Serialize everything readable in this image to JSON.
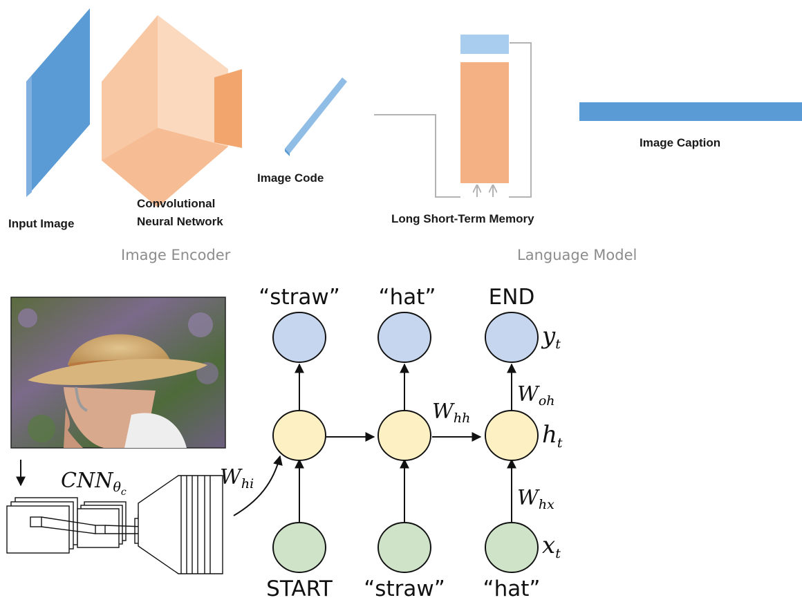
{
  "pipeline": {
    "input_image": "Input Image",
    "cnn_line1": "Convolutional",
    "cnn_line2": "Neural Network",
    "image_code": "Image Code",
    "lstm": "Long Short-Term Memory",
    "image_caption": "Image Caption",
    "section_encoder": "Image Encoder",
    "section_language": "Language Model"
  },
  "rnn": {
    "outputs": [
      "“straw”",
      "“hat”",
      "END"
    ],
    "inputs": [
      "START",
      "“straw”",
      "“hat”"
    ],
    "cnn_label": {
      "main": "CNN",
      "sub": "θ",
      "subsub": "c"
    },
    "weights": {
      "w_hi": {
        "main": "W",
        "sub": "hi"
      },
      "w_hh": {
        "main": "W",
        "sub": "hh"
      },
      "w_oh": {
        "main": "W",
        "sub": "oh"
      },
      "w_hx": {
        "main": "W",
        "sub": "hx"
      }
    },
    "legend": {
      "y": {
        "main": "y",
        "sub": "t"
      },
      "h": {
        "main": "h",
        "sub": "t"
      },
      "x": {
        "main": "x",
        "sub": "t"
      }
    }
  },
  "colors": {
    "blue": "#5b9bd5",
    "light_blue": "#a9cdee",
    "orange": "#f4b183",
    "orange_dark": "#f2a66e",
    "output_node": "#c6d6ee",
    "hidden_node": "#fdf1c4",
    "input_node": "#cfe3c9",
    "connector": "#b3b3b3"
  }
}
